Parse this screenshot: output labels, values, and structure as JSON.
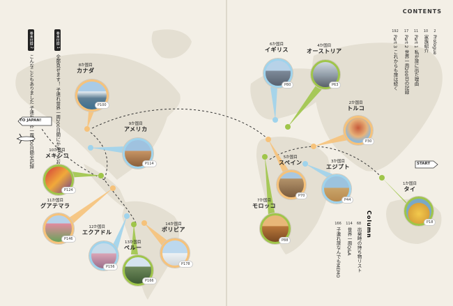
{
  "header": {
    "title": "CONTENTS"
  },
  "toc": [
    {
      "page": "2",
      "label": "Prologue"
    },
    {
      "page": "10",
      "label": "家族紹介"
    },
    {
      "page": "11",
      "label": "Part 1 私が旅に出た理由"
    },
    {
      "page": "17",
      "label": "Part 2 世界一周200日の記録"
    },
    {
      "page": "192",
      "label": "Part 3 これからも旅は続く"
    }
  ],
  "column": {
    "title": "Column",
    "items": [
      {
        "page": "68",
        "label": "出発時の持ち物リスト"
      },
      {
        "page": "114",
        "label": "世界一周Q&A"
      },
      {
        "page": "166",
        "label": "子連れ旅なんでもMEMO"
      }
    ]
  },
  "appendix": [
    {
      "badge": "巻末付録 1",
      "text": "全部見せます！ 子連れ世界一周200日間にかかったお金"
    },
    {
      "badge": "巻末付録 2",
      "text": "こんなこともありました 子連れ世界一周200日間全記録"
    }
  ],
  "signs": {
    "to_japan": "TO JAPAN!",
    "start": "START"
  },
  "countries": [
    {
      "id": "thailand",
      "index": "1か国目",
      "name": "タイ",
      "page": "P18"
    },
    {
      "id": "turkey",
      "index": "2か国目",
      "name": "トルコ",
      "page": "P30"
    },
    {
      "id": "egypt",
      "index": "3か国目",
      "name": "エジプト",
      "page": "P44"
    },
    {
      "id": "austria",
      "index": "4か国目",
      "name": "オーストリア",
      "page": "P63"
    },
    {
      "id": "spain",
      "index": "5か国目",
      "name": "スペイン",
      "page": "P70"
    },
    {
      "id": "uk",
      "index": "6か国目",
      "name": "イギリス",
      "page": "P80"
    },
    {
      "id": "morocco",
      "index": "7か国目",
      "name": "モロッコ",
      "page": "P88"
    },
    {
      "id": "canada",
      "index": "8か国目",
      "name": "カナダ",
      "page": "P100"
    },
    {
      "id": "usa",
      "index": "9か国目",
      "name": "アメリカ",
      "page": "P114"
    },
    {
      "id": "mexico",
      "index": "10か国目",
      "name": "メキシコ",
      "page": "P124"
    },
    {
      "id": "guatemala",
      "index": "11か国目",
      "name": "グアテマラ",
      "page": "P146"
    },
    {
      "id": "ecuador",
      "index": "12か国目",
      "name": "エクアドル",
      "page": "P156"
    },
    {
      "id": "peru",
      "index": "13か国目",
      "name": "ペルー",
      "page": "P166"
    },
    {
      "id": "bolivia",
      "index": "14か国目",
      "name": "ボリビア",
      "page": "P178"
    }
  ],
  "colors": {
    "background": "#f3efe6",
    "land": "#e4dfd2",
    "route": "#333333",
    "pin_blue": "#9fd3ec",
    "pin_orange": "#f6c27a",
    "pin_green": "#9fc54a"
  }
}
